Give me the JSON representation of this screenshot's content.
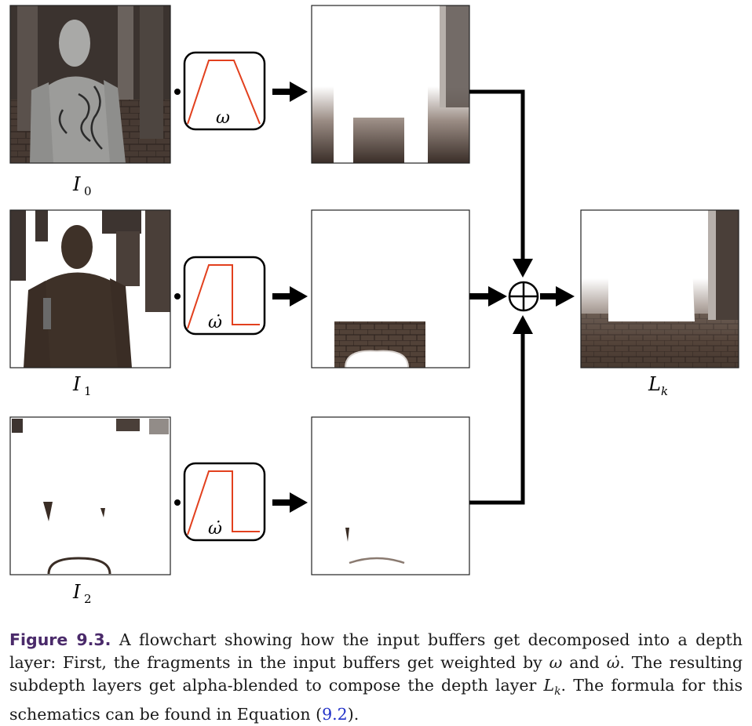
{
  "inputs": [
    {
      "label": "I",
      "sub": "0",
      "weight": "ω"
    },
    {
      "label": "I",
      "sub": "1",
      "weight": "ω̇"
    },
    {
      "label": "I",
      "sub": "2",
      "weight": "ω̇"
    }
  ],
  "output": {
    "label": "L",
    "sub": "k"
  },
  "caption": {
    "label": "Figure 9.3.",
    "part1": "A flowchart showing how the input buffers get decomposed into a depth layer: First, the fragments in the input buffers get weighted by",
    "omega": "ω",
    "and": "and",
    "omega_dot": "ω̇",
    "part2": ". The resulting subdepth layers get alpha-blended to compose the depth layer",
    "lk": "L",
    "lk_sub": "k",
    "part3": ". The formula for this schematics can be found in Equation (",
    "ref": "9.2",
    "part4": ")."
  },
  "colors": {
    "curve": "#e2401e",
    "arrow": "#000000",
    "floor": "#4a3a30",
    "skin": "#9a9a98",
    "wall": "#3d3430"
  }
}
